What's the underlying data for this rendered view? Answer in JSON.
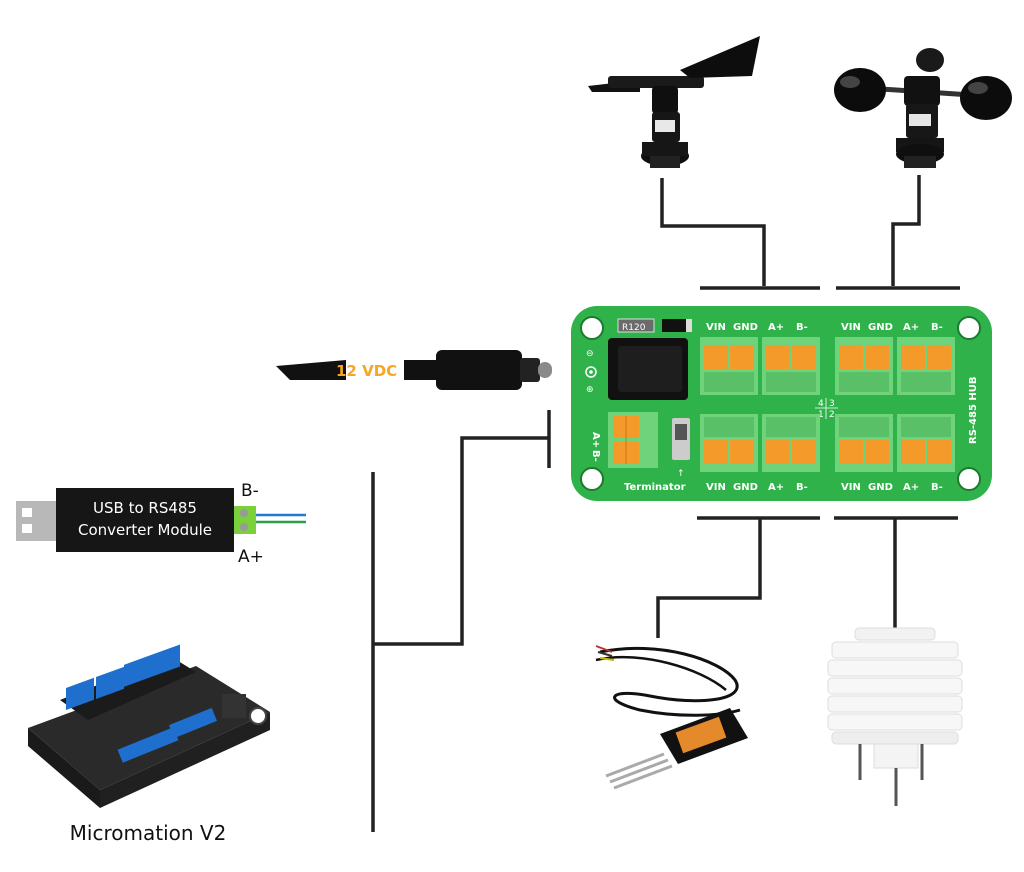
{
  "power": {
    "label": "12 VDC"
  },
  "hub": {
    "title": "RS-485 HUB",
    "resistor": "R120",
    "terminator": "Terminator",
    "left_terminal": [
      "A+",
      "B-"
    ],
    "jack_symbols": [
      "⊖",
      "⊕"
    ],
    "port_labels_top": [
      "VIN",
      "GND",
      "A+",
      "B-",
      "VIN",
      "GND",
      "A+",
      "B-"
    ],
    "port_labels_bottom": [
      "VIN",
      "GND",
      "A+",
      "B-",
      "VIN",
      "GND",
      "A+",
      "B-"
    ],
    "port_numbers": [
      "4",
      "3",
      "1",
      "2"
    ]
  },
  "usb_module": {
    "line1": "USB to RS485",
    "line2": "Converter Module",
    "wire_top": "B-",
    "wire_bottom": "A+"
  },
  "controller": {
    "caption": "Micromation V2"
  },
  "colors": {
    "board": "#2fb24a",
    "terminal": "#f39a2b",
    "terminal_housing": "#6ed37b",
    "wire": "#222222"
  }
}
